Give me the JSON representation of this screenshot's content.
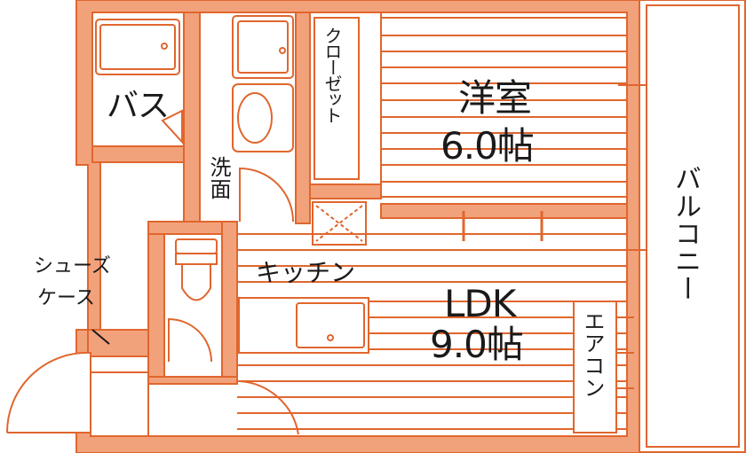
{
  "rooms": {
    "bath": "バス",
    "washroom": "洗面",
    "closet": "クローゼット",
    "western_room": {
      "name": "洋室",
      "size": "6.0帖"
    },
    "kitchen": "キッチン",
    "ldk": {
      "name": "LDK",
      "size": "9.0帖"
    },
    "aircon": "エアコン",
    "balcony": "バルコニー",
    "shoe_case_line1": "シューズ",
    "shoe_case_line2": "ケース"
  },
  "colors": {
    "wall": "#f2a27b",
    "line": "#e0662e",
    "text": "#1a1a1a"
  }
}
